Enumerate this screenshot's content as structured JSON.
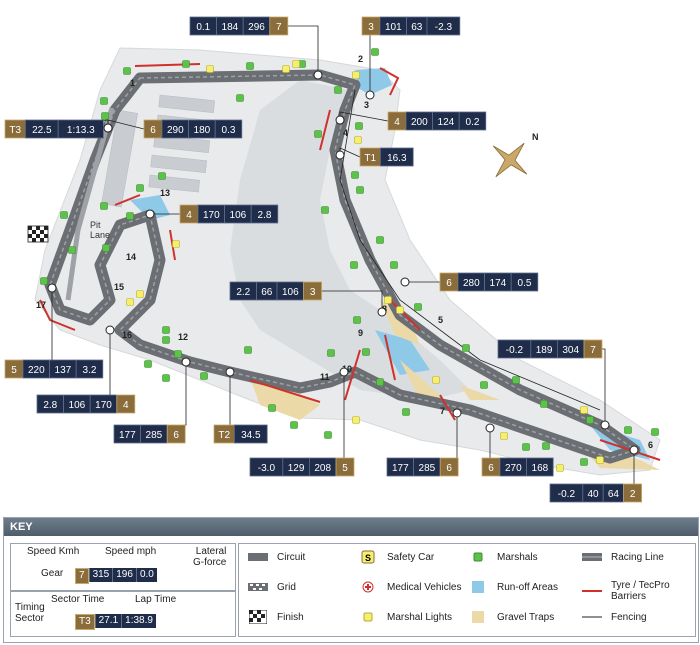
{
  "map": {
    "turns": [
      "1",
      "2",
      "3",
      "4",
      "5",
      "6",
      "7",
      "8",
      "9",
      "10",
      "11",
      "12",
      "13",
      "14",
      "15",
      "16",
      "17"
    ],
    "pit_lane": "Pit\nLane",
    "compass": "N",
    "badges": {
      "b1": [
        "0.1",
        "184",
        "296",
        "7"
      ],
      "b2": [
        "3",
        "101",
        "63",
        "-2.3"
      ],
      "b3": [
        "T3",
        "22.5",
        "1:13.3"
      ],
      "b4": [
        "6",
        "290",
        "180",
        "0.3"
      ],
      "b5": [
        "4",
        "200",
        "124",
        "0.2"
      ],
      "b6": [
        "T1",
        "16.3"
      ],
      "b7": [
        "4",
        "170",
        "106",
        "2.8"
      ],
      "b8": [
        "2.2",
        "66",
        "106",
        "3"
      ],
      "b9": [
        "6",
        "280",
        "174",
        "0.5"
      ],
      "b10": [
        "5",
        "220",
        "137",
        "3.2"
      ],
      "b11": [
        "2.8",
        "106",
        "170",
        "4"
      ],
      "b12": [
        "177",
        "285",
        "6"
      ],
      "b13": [
        "T2",
        "34.5"
      ],
      "b14": [
        "-3.0",
        "129",
        "208",
        "5"
      ],
      "b15": [
        "177",
        "285",
        "6"
      ],
      "b16": [
        "6",
        "270",
        "168"
      ],
      "b17": [
        "-0.2",
        "189",
        "304",
        "7"
      ],
      "b18": [
        "-0.2",
        "40",
        "64",
        "2"
      ]
    }
  },
  "key": {
    "title": "KEY",
    "speed_kmh": "Speed Kmh",
    "speed_mph": "Speed mph",
    "lateral": "Lateral\nG-force",
    "gear": "Gear",
    "sample_speed": [
      "7",
      "315",
      "196",
      "0.0"
    ],
    "sector_time": "Sector Time",
    "lap_time": "Lap Time",
    "timing_sector": "Timing\nSector",
    "sample_timing": [
      "T3",
      "27.1",
      "1:38.9"
    ],
    "legend": [
      {
        "label": "Circuit",
        "icon": "circuit-icon"
      },
      {
        "label": "Safety Car",
        "icon": "safety-car-icon"
      },
      {
        "label": "Marshals",
        "icon": "marshals-icon"
      },
      {
        "label": "Racing Line",
        "icon": "racing-line-icon"
      },
      {
        "label": "Grid",
        "icon": "grid-icon"
      },
      {
        "label": "Medical Vehicles",
        "icon": "medical-icon"
      },
      {
        "label": "Run-off Areas",
        "icon": "runoff-icon"
      },
      {
        "label": "Tyre / TecPro\nBarriers",
        "icon": "barrier-icon"
      },
      {
        "label": "Finish",
        "icon": "finish-icon"
      },
      {
        "label": "Marshal Lights",
        "icon": "marshal-light-icon"
      },
      {
        "label": "Gravel Traps",
        "icon": "gravel-icon"
      },
      {
        "label": "Fencing",
        "icon": "fencing-icon"
      }
    ],
    "colors": {
      "circuit": "#6b6e72",
      "marshal": "#5cc24a",
      "light": "#f6ef6e",
      "runoff": "#8ec9e8",
      "gravel": "#ecd9a8",
      "barrier": "#d0312d",
      "badge": "#1f2d4a",
      "gold": "#8a6d3b"
    }
  }
}
